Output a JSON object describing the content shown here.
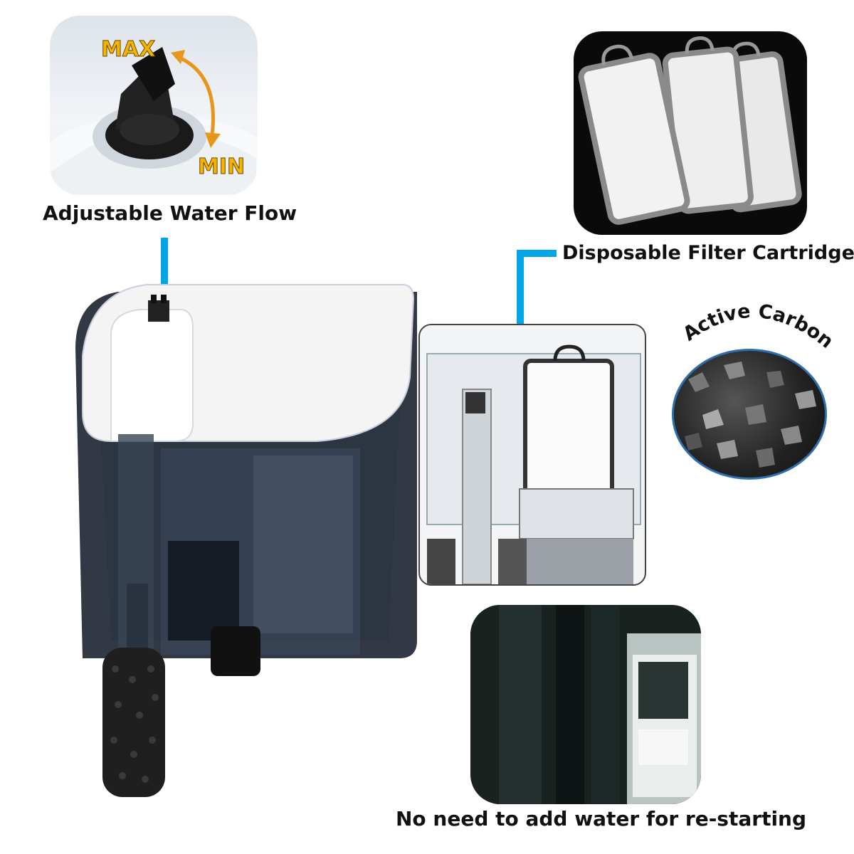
{
  "labels": {
    "adjustable_flow": "Adjustable Water Flow",
    "max": "MAX",
    "min": "MIN",
    "disposable_cartridge": "Disposable Filter Cartridge",
    "active_carbon": "Active Carbon",
    "no_need_water": "No need to add water for re-starting"
  },
  "colors": {
    "accent_line": "#00a6e6",
    "max_min_text": "#f5b400",
    "arrow": "#e8951c",
    "carbon_ring": "#2f6fb0",
    "filter_body": "#1c2430",
    "filter_lid": "#f4f4f4"
  }
}
